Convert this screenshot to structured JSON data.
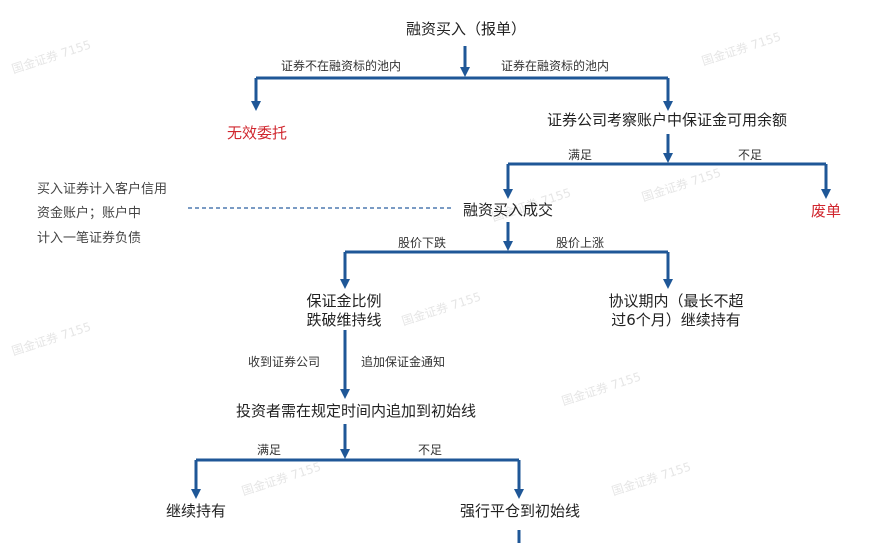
{
  "nodes": {
    "buy_order": "融资买入（报单）",
    "invalid": "无效委托",
    "check_margin": "证券公司考察账户中保证金可用余额",
    "void_order": "废单",
    "deal": "融资买入成交",
    "ratio_line1": "保证金比例",
    "ratio_line2": "跌破维持线",
    "agreement_line1": "协议期内（最长不超",
    "agreement_line2": "过6个月）继续持有",
    "add_margin": "投资者需在规定时间内追加到初始线",
    "keep_holding": "继续持有",
    "force_liquidate": "强行平仓到初始线"
  },
  "edges": {
    "not_in_pool": "证券不在融资标的池内",
    "in_pool": "证券在融资标的池内",
    "sufficient_1": "满足",
    "insufficient_1": "不足",
    "price_down": "股价下跌",
    "price_up": "股价上涨",
    "received_from": "收到证券公司",
    "margin_call": "追加保证金通知",
    "sufficient_2": "满足",
    "insufficient_2": "不足"
  },
  "side_note": {
    "line1": "买入证券计入客户信用",
    "line2": "资金账户；账户中",
    "line3": "计入一笔证券负债"
  },
  "watermark": "国金证券 7155",
  "colors": {
    "line": "#1f5797",
    "dash": "#2a5fa0",
    "red": "#d0262e"
  }
}
